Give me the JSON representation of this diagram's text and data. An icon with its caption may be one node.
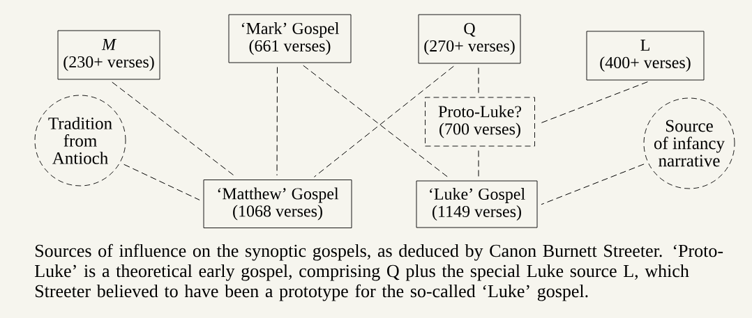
{
  "diagram": {
    "caption": "Sources of influence on the synoptic gospels, as deduced by Canon Burnett Streeter. ‘Proto-Luke’ is a theoretical early gospel, comprising Q plus the special Luke source L, which Streeter believed to have been a prototype for the so-called ‘Luke’ gospel.",
    "nodes": [
      {
        "text": [
          "M",
          "(230+ verses)"
        ]
      },
      {
        "text": [
          "‘Mark’ Gospel",
          "(661 verses)"
        ]
      },
      {
        "text": [
          "Q",
          "(270+ verses)"
        ]
      },
      {
        "text": [
          "L",
          "(400+ verses)"
        ]
      },
      {
        "text": [
          "Tradition from Antioch"
        ]
      },
      {
        "text": [
          "Proto-Luke?",
          "(700 verses)"
        ]
      },
      {
        "text": [
          "Source of infancy narrative"
        ]
      },
      {
        "text": [
          "‘Matthew’ Gospel",
          "(1068 verses)"
        ]
      },
      {
        "text": [
          "‘Luke’ Gospel",
          "(1149 verses)"
        ]
      }
    ],
    "edges": [
      {
        "from": 0,
        "to": 7,
        "arrow": "none",
        "style": "dashed"
      },
      {
        "from": 1,
        "to": 7,
        "arrow": "none",
        "style": "dashed"
      },
      {
        "from": 1,
        "to": 8,
        "arrow": "none",
        "style": "dashed"
      },
      {
        "from": 2,
        "to": 7,
        "arrow": "none",
        "style": "dashed"
      },
      {
        "from": 2,
        "to": 5,
        "arrow": "none",
        "style": "dashed"
      },
      {
        "from": 3,
        "to": 5,
        "arrow": "none",
        "style": "dashed"
      },
      {
        "from": 4,
        "to": 7,
        "arrow": "none",
        "style": "dashed"
      },
      {
        "from": 5,
        "to": 8,
        "arrow": "none",
        "style": "dashed"
      },
      {
        "from": 6,
        "to": 8,
        "arrow": "none",
        "style": "dashed"
      }
    ]
  }
}
